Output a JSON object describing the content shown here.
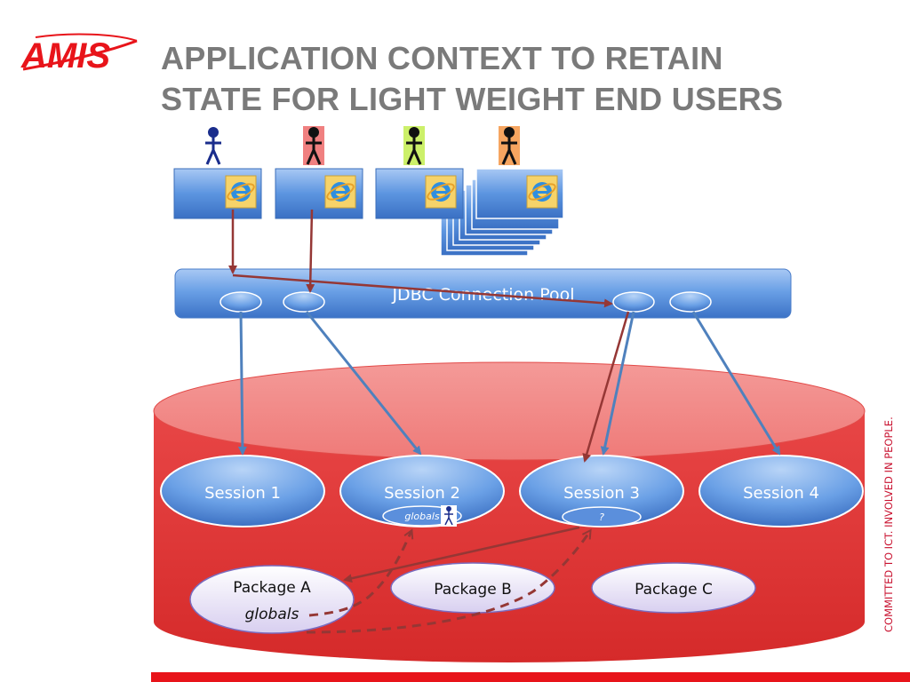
{
  "brand": {
    "logo_text": "AMIS"
  },
  "title": {
    "line1": "APPLICATION CONTEXT TO RETAIN",
    "line2": "STATE FOR LIGHT WEIGHT END USERS"
  },
  "slogan": "COMMITTED TO ICT. INVOLVED IN PEOPLE.",
  "pool": {
    "label": "JDBC Connection Pool"
  },
  "sessions": [
    {
      "label": "Session 1",
      "tag": ""
    },
    {
      "label": "Session 2",
      "tag": "globals"
    },
    {
      "label": "Session 3",
      "tag": "?"
    },
    {
      "label": "Session 4",
      "tag": ""
    }
  ],
  "packages": [
    {
      "label": "Package A",
      "sub": "globals"
    },
    {
      "label": "Package B",
      "sub": ""
    },
    {
      "label": "Package C",
      "sub": ""
    }
  ],
  "users": [
    {
      "icon": "stick-figure-icon",
      "color": "#ffffff"
    },
    {
      "icon": "stick-figure-icon",
      "color": "#f08080"
    },
    {
      "icon": "stick-figure-icon",
      "color": "#ccf06a"
    },
    {
      "icon": "stick-figure-icon",
      "color": "#f6a560"
    }
  ],
  "colors": {
    "title": "#7a7a7a",
    "brand_red": "#e8141a",
    "db_red": "#e53a3a",
    "blue_box": "#4f86d8",
    "arrow_blue": "#4f81bd",
    "arrow_red": "#953735"
  }
}
